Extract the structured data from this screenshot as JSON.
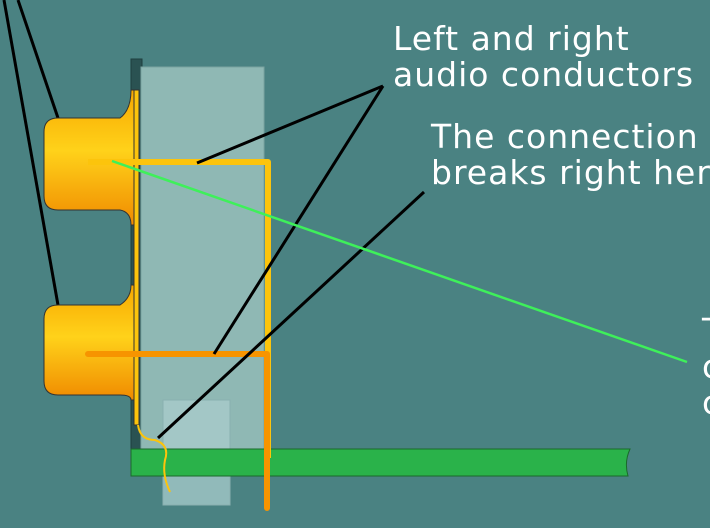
{
  "labels": {
    "conductors_line1": "Left and right",
    "conductors_line2": "audio conductors",
    "connection_line1": "The connection",
    "connection_line2": "breaks right her",
    "cut_off_line1": "T",
    "cut_off_line2": "c",
    "cut_off_line3": "c"
  },
  "colors": {
    "background": "#4a8282",
    "text": "#ffffff",
    "jack": "#f9a800",
    "conductor_yellow": "#fcc40c",
    "conductor_orange": "#f79400",
    "pcb": "#2ab24a",
    "pointer_green": "#3ef05a",
    "pointer_black": "#000000"
  }
}
